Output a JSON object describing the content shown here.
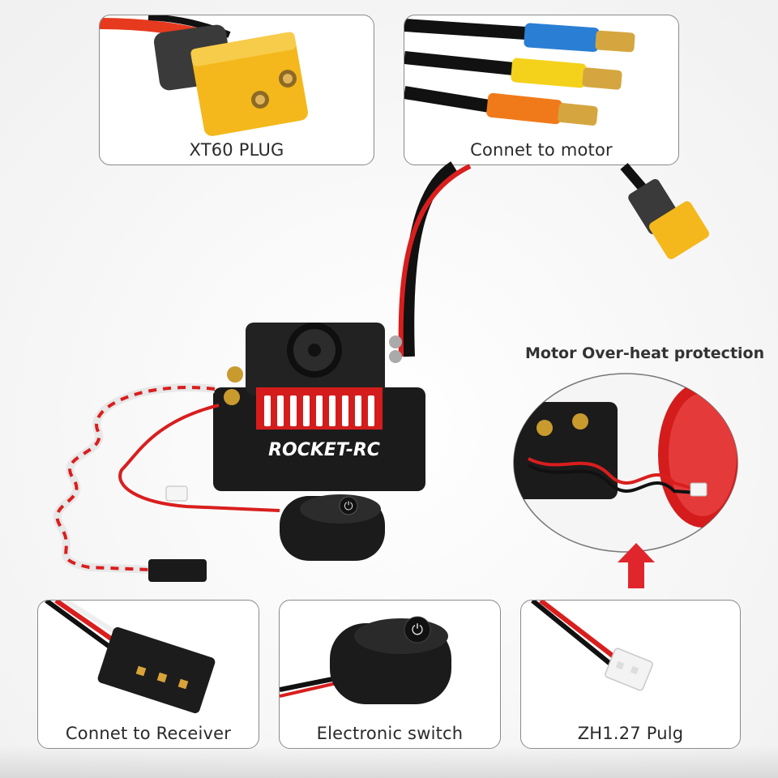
{
  "brand": "ROCKET-RC",
  "colors": {
    "accent_red": "#e0262c",
    "connector_yellow": "#f4c020",
    "wire_blue": "#2a7fd4",
    "wire_orange": "#f07a1a",
    "case_black": "#1b1b1b"
  },
  "cards": {
    "xt60": {
      "caption": "XT60 PLUG"
    },
    "motor": {
      "caption": "Connet to motor"
    },
    "receiver": {
      "caption": "Connet to Receiver"
    },
    "switch": {
      "caption": "Electronic switch"
    },
    "zh": {
      "caption": "ZH1.27 Pulg"
    }
  },
  "overheat": {
    "heading": "Motor Over-heat protection"
  },
  "icons": [
    "power-icon",
    "up-arrow-icon"
  ]
}
